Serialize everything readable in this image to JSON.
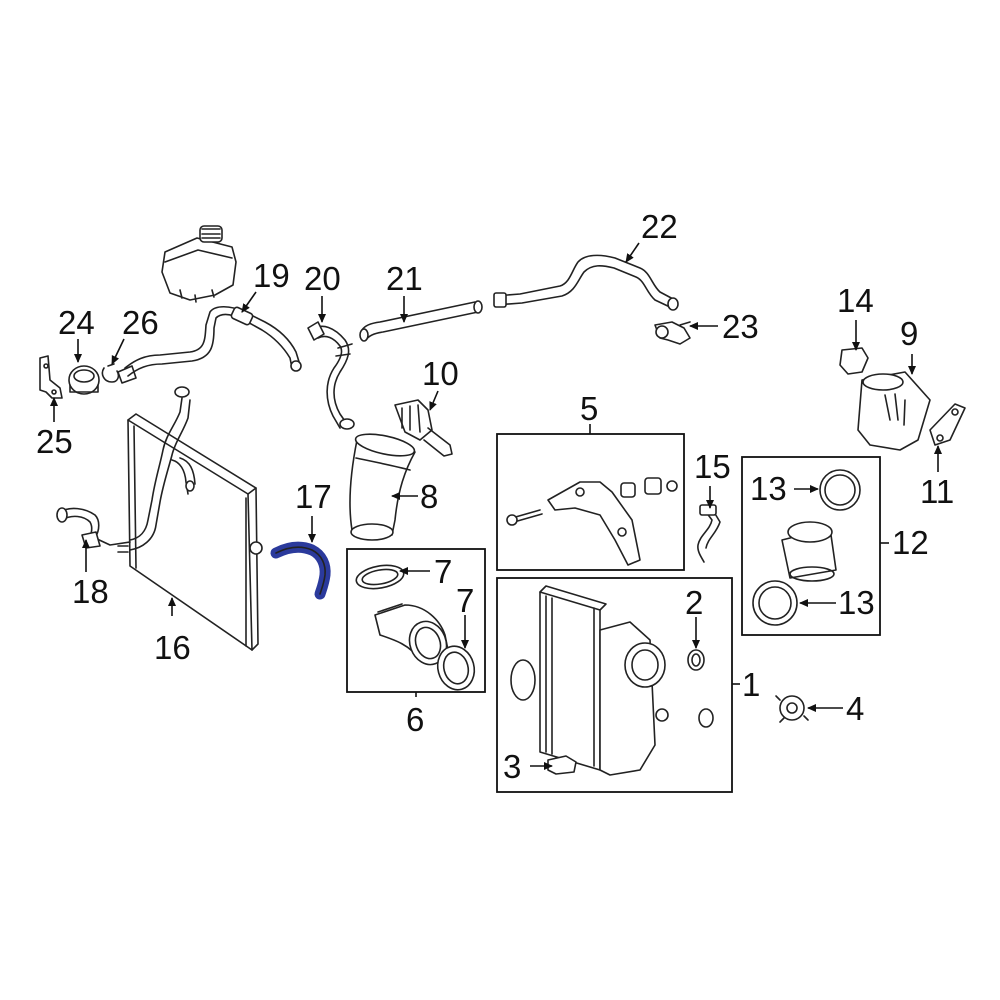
{
  "accent_color": "#2b3a9c",
  "highlighted_part": "17",
  "labels": {
    "l1": "1",
    "l2": "2",
    "l3": "3",
    "l4": "4",
    "l5": "5",
    "l6": "6",
    "l7a": "7",
    "l7b": "7",
    "l8": "8",
    "l9": "9",
    "l10": "10",
    "l11": "11",
    "l12": "12",
    "l13a": "13",
    "l13b": "13",
    "l14": "14",
    "l15": "15",
    "l16": "16",
    "l17": "17",
    "l18": "18",
    "l19": "19",
    "l20": "20",
    "l21": "21",
    "l22": "22",
    "l23": "23",
    "l24": "24",
    "l25": "25",
    "l26": "26"
  }
}
